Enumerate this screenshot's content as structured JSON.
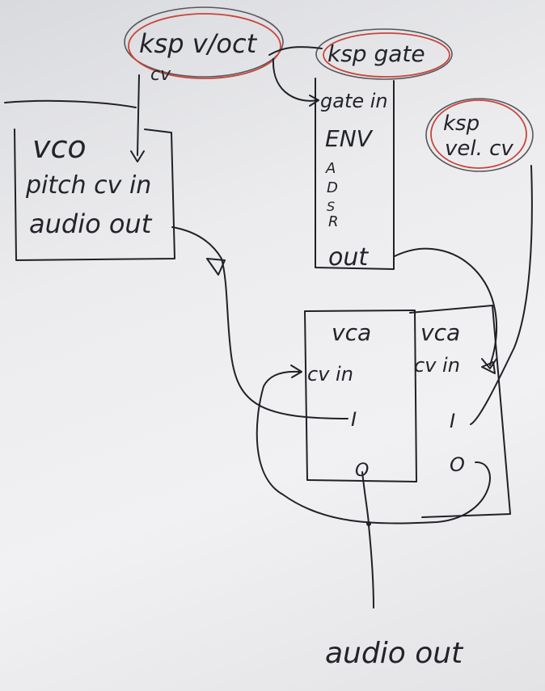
{
  "ksp_voct": {
    "title": "ksp v/oct",
    "sub": "cv"
  },
  "ksp_gate": {
    "title": "ksp gate"
  },
  "ksp_vel": {
    "line1": "ksp",
    "line2": "vel. cv"
  },
  "vco": {
    "title": "vco",
    "pitch": "pitch cv in",
    "audio": "audio out"
  },
  "env": {
    "gate": "gate in",
    "title": "ENV",
    "a": "A",
    "d": "D",
    "s": "S",
    "r": "R",
    "out": "out"
  },
  "vca1": {
    "title": "vca",
    "cv": "cv in",
    "in": "I",
    "out": "O"
  },
  "vca2": {
    "title": "vca",
    "cv": "cv in",
    "in": "I",
    "out": "O"
  },
  "audio_out": "audio out"
}
